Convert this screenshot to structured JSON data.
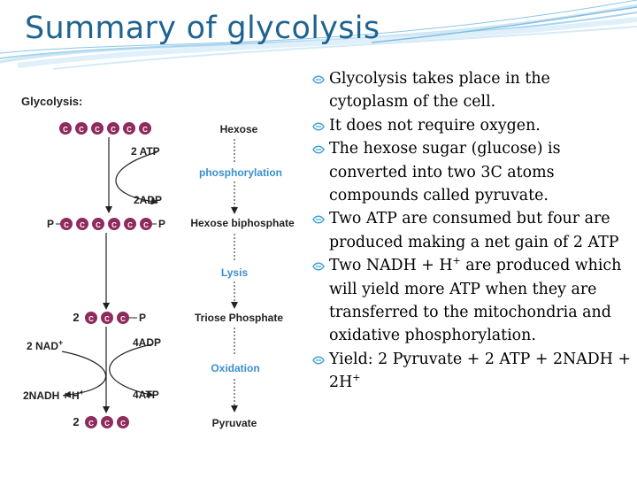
{
  "slide": {
    "title": "Summary of glycolysis",
    "accent_color": "#1f6391",
    "bullet_color": "#3fa0d6"
  },
  "diagram": {
    "heading": "Glycolysis:",
    "carbon_label": "C",
    "phosphate_label": "P",
    "molecules": [
      "Hexose",
      "Hexose biphosphate",
      "Triose Phosphate",
      "Pyruvate"
    ],
    "steps": [
      "phosphorylation",
      "Lysis",
      "Oxidation"
    ],
    "energy": {
      "in_1": "2 ATP",
      "out_1": "2ADP",
      "nad": "2 NAD",
      "nad_sup": "+",
      "adp": "4ADP",
      "nadh": "2NADH + H",
      "nadh_sup": "+",
      "atp": "4ATP"
    },
    "coefficients": {
      "triose": "2",
      "pyruvate": "2"
    }
  },
  "bullets": [
    {
      "text": "Glycolysis takes place in the cytoplasm of the cell."
    },
    {
      "text": "It does not require oxygen."
    },
    {
      "text": "The hexose sugar (glucose) is converted into two 3C atoms compounds called pyruvate."
    },
    {
      "text": "Two ATP are consumed but four are produced making a net gain of 2 ATP"
    },
    {
      "text_a": "Two NADH + H",
      "sup": "+",
      "text_b": " are produced which will yield more ATP when they are transferred to the mitochondria and oxidative phosphorylation."
    },
    {
      "text_a": "Yield: 2 Pyruvate + 2 ATP + 2NADH + 2H",
      "sup": "+",
      "text_b": ""
    }
  ]
}
